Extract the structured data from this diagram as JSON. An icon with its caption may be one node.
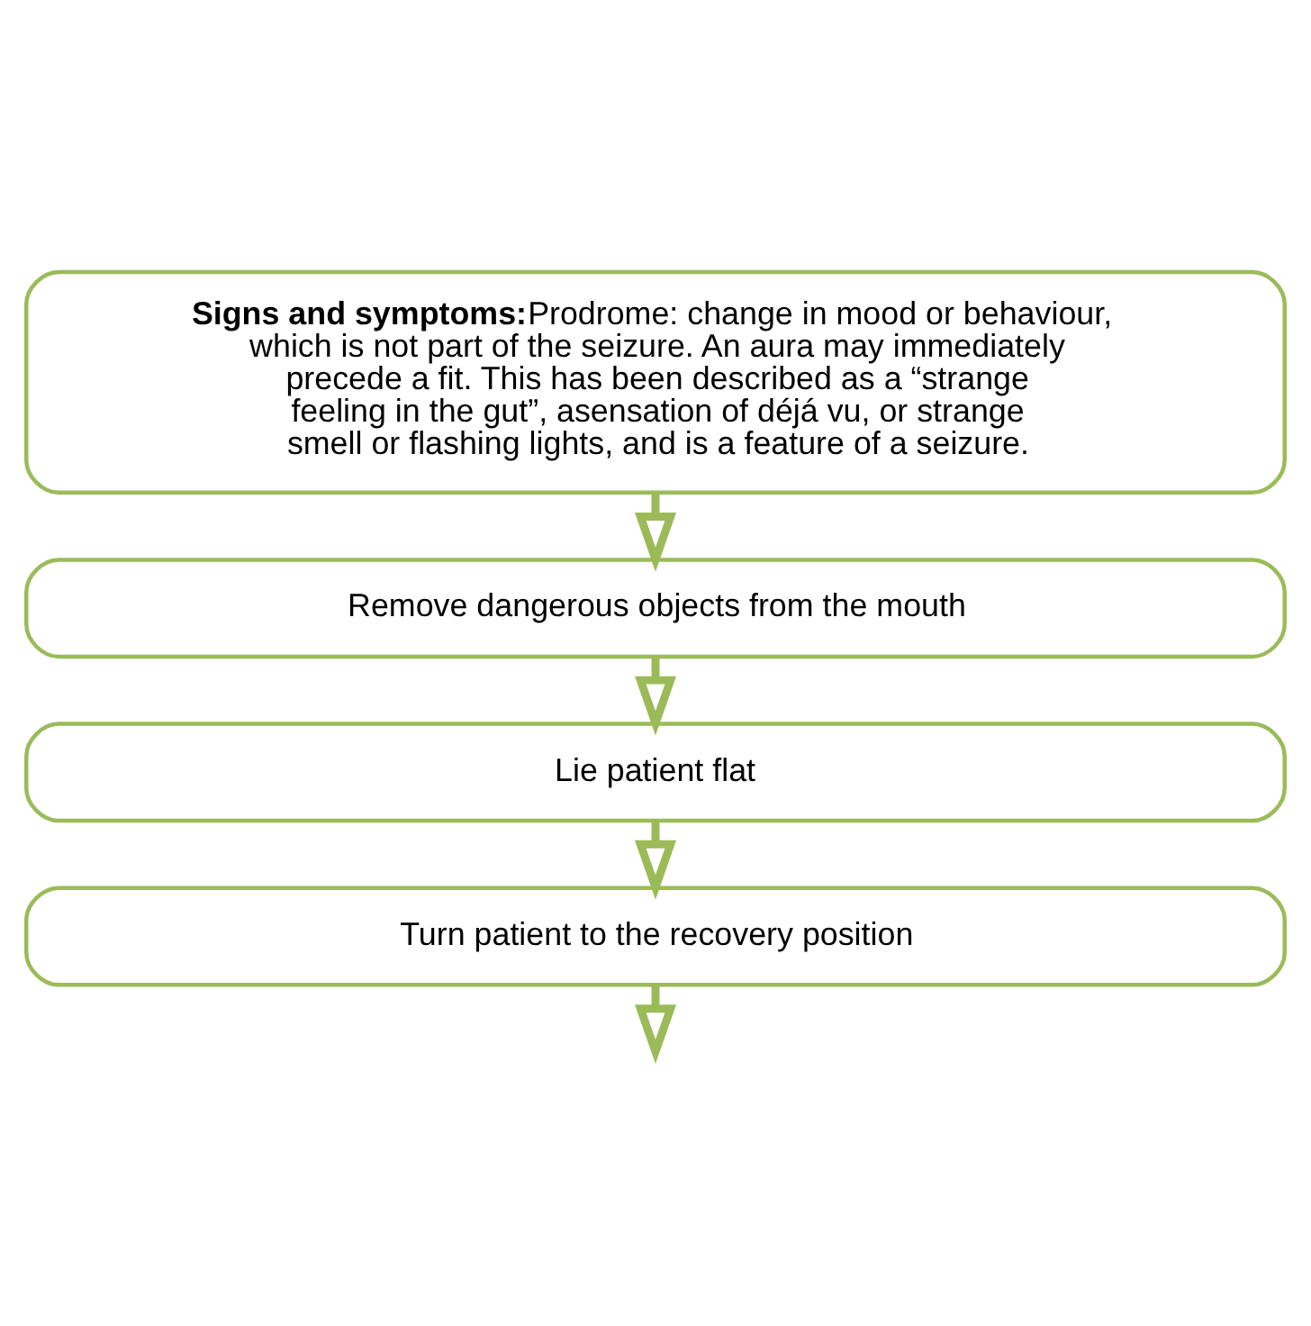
{
  "diagram": {
    "nodes": [
      {
        "text": [
          "Signs and symptoms:",
          "Prodrome: change in mood or behaviour, which is not part of the seizure. An aura may immediately precede a fit. This has been described as a “strange feeling in the gut”, asensation of déjá vu, or strange smell or flashing lights, and is a feature of a seizure."
        ]
      },
      {
        "text": [
          "Remove dangerous objects from the mouth"
        ]
      },
      {
        "text": [
          "Lie patient flat"
        ]
      },
      {
        "text": [
          "Turn patient to the recovery position"
        ]
      }
    ],
    "edges": [
      {
        "from": 0,
        "to": 1,
        "arrow": "to"
      },
      {
        "from": 1,
        "to": 2,
        "arrow": "to"
      },
      {
        "from": 2,
        "to": 3,
        "arrow": "to"
      },
      {
        "from": 3,
        "to": null,
        "arrow": "to"
      }
    ]
  }
}
